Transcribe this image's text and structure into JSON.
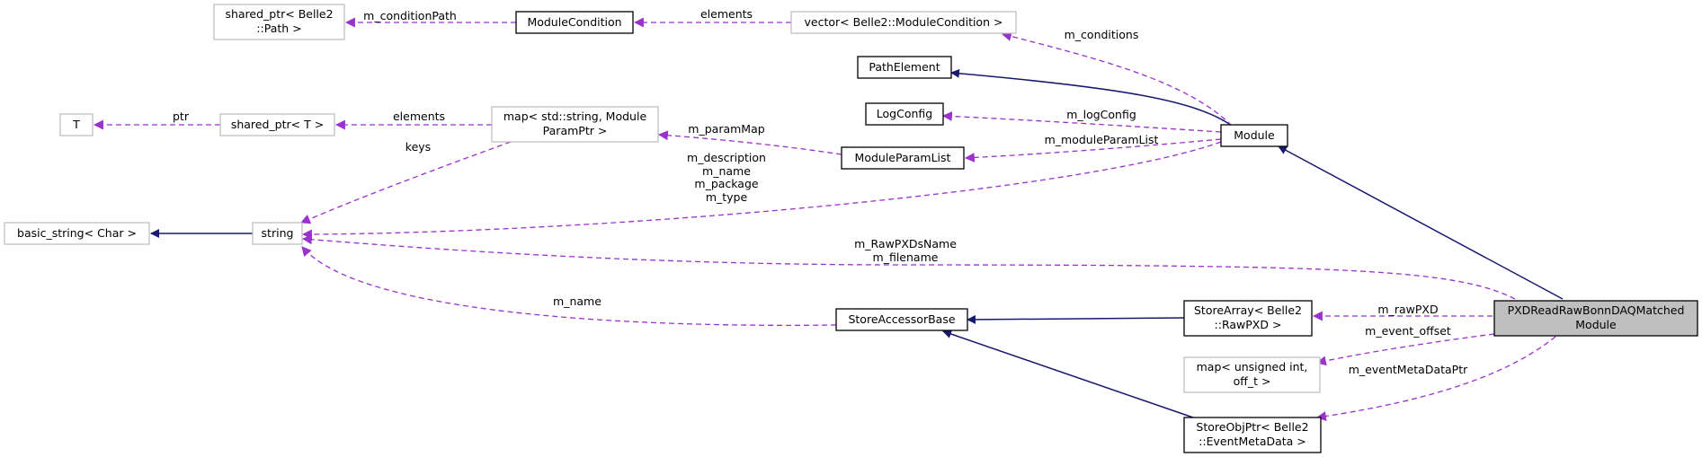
{
  "colors": {
    "inheritance": "#191970",
    "association": "#9a32cd",
    "main_fill": "#bfbfbf",
    "external_border": "#bfbfbf"
  },
  "nodes": {
    "shared_path": [
      "shared_ptr< Belle2",
      "::Path >"
    ],
    "module_condition": [
      "ModuleCondition"
    ],
    "vector_condition": [
      "vector< Belle2::ModuleCondition >"
    ],
    "path_element": [
      "PathElement"
    ],
    "log_config": [
      "LogConfig"
    ],
    "t": [
      "T"
    ],
    "shared_t": [
      "shared_ptr< T >"
    ],
    "param_map": [
      "map< std::string, Module",
      "ParamPtr >"
    ],
    "param_list": [
      "ModuleParamList"
    ],
    "module": [
      "Module"
    ],
    "basic_string": [
      "basic_string< Char >"
    ],
    "string": [
      "string"
    ],
    "store_accessor": [
      "StoreAccessorBase"
    ],
    "store_array": [
      "StoreArray< Belle2",
      "::RawPXD >"
    ],
    "main": [
      "PXDReadRawBonnDAQMatched",
      "Module"
    ],
    "offset_map": [
      "map< unsigned int,",
      "off_t >"
    ],
    "store_obj": [
      "StoreObjPtr< Belle2",
      "::EventMetaData >"
    ]
  },
  "edge_labels": {
    "condition_path": [
      "m_conditionPath"
    ],
    "cond_elements": [
      "elements"
    ],
    "conditions": [
      "m_conditions"
    ],
    "ptr": [
      "ptr"
    ],
    "map_elements": [
      "elements"
    ],
    "log_config": [
      "m_logConfig"
    ],
    "param_map": [
      "m_paramMap"
    ],
    "param_list": [
      "m_moduleParamList"
    ],
    "keys": [
      "keys"
    ],
    "module_strings": [
      "m_description",
      "m_name",
      "m_package",
      "m_type"
    ],
    "main_strings": [
      "m_RawPXDsName",
      "m_filename"
    ],
    "accessor_name": [
      "m_name"
    ],
    "raw_pxd": [
      "m_rawPXD"
    ],
    "event_offset": [
      "m_event_offset"
    ],
    "event_meta": [
      "m_eventMetaDataPtr"
    ]
  }
}
